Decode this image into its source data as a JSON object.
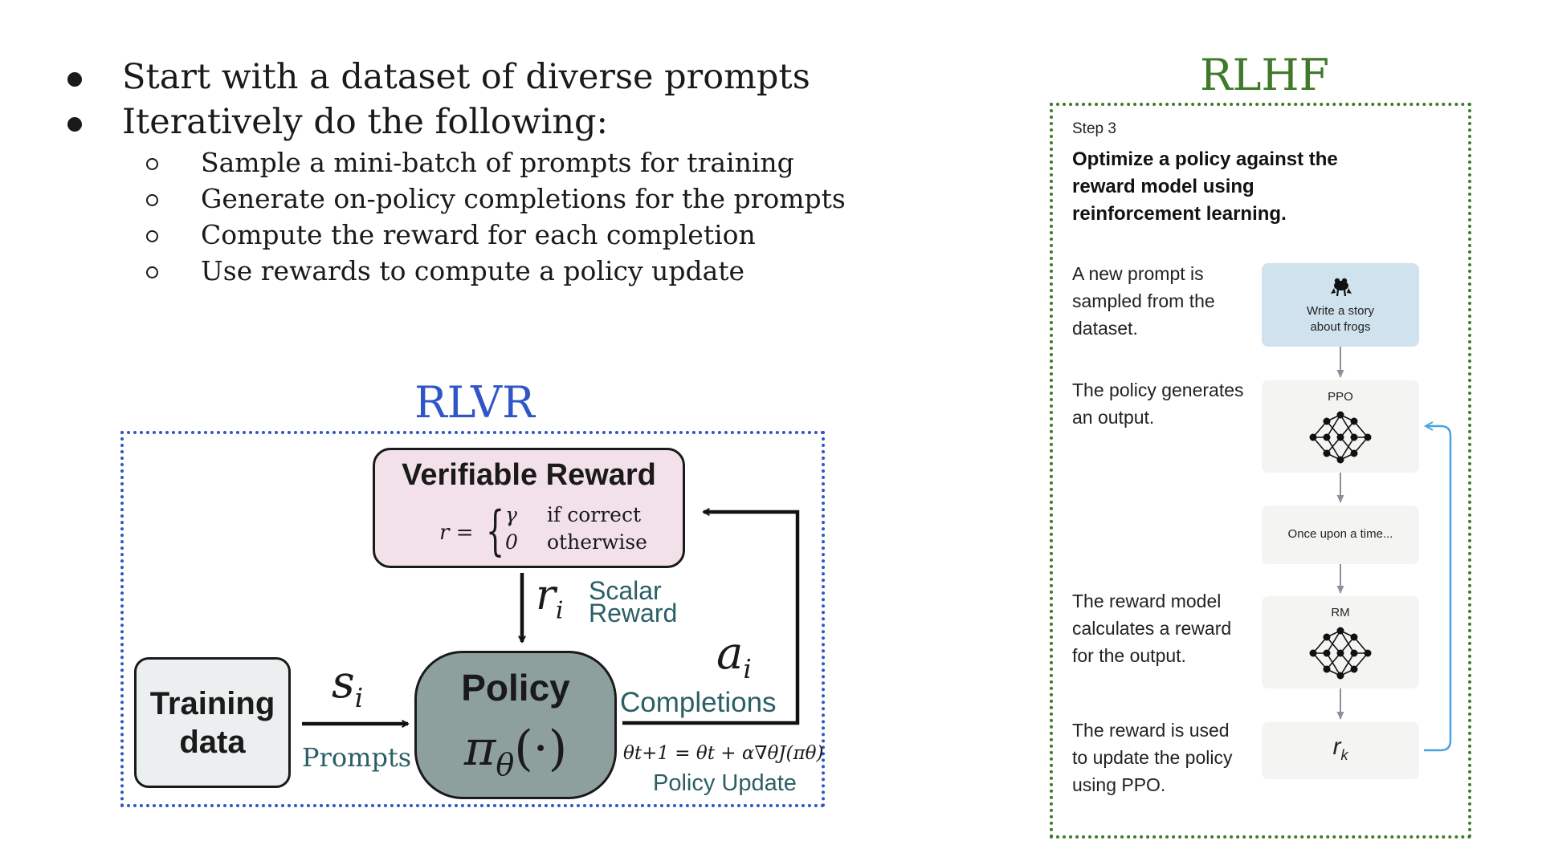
{
  "bullets": [
    {
      "text": "Start with a dataset of diverse prompts",
      "children": []
    },
    {
      "text": "Iteratively do the following:",
      "children": [
        "Sample a mini-batch of prompts for training",
        "Generate on-policy completions for the prompts",
        "Compute the reward for each completion",
        "Use rewards to compute a policy update"
      ]
    }
  ],
  "rlvr": {
    "title": "RLVR",
    "reward_box": {
      "title": "Verifiable Reward",
      "lhs": "r =",
      "case1_symbol": "γ",
      "case1_condition": "if correct",
      "case2_symbol": "0",
      "case2_condition": "otherwise"
    },
    "training_box": {
      "line1": "Training",
      "line2": "data"
    },
    "policy_box": {
      "title": "Policy",
      "symbol": "π",
      "subscript": "θ",
      "argument": "(·)"
    },
    "reward_symbol": {
      "base": "r",
      "sub": "i"
    },
    "reward_label_line1": "Scalar",
    "reward_label_line2": "Reward",
    "prompt_symbol": {
      "base": "s",
      "sub": "i"
    },
    "prompt_label": "Prompts",
    "completion_symbol": {
      "base": "a",
      "sub": "i"
    },
    "completion_label": "Completions",
    "update_equation": "θt+1 = θt + α∇θJ(πθ)",
    "update_label": "Policy Update"
  },
  "rlhf": {
    "title": "RLHF",
    "step_label": "Step 3",
    "heading": "Optimize a policy against the reward model using reinforcement learning.",
    "descriptions": [
      "A new prompt is sampled from the dataset.",
      "The policy generates an output.",
      "The reward model calculates a reward for the output.",
      "The reward is used to update the policy using PPO."
    ],
    "cards": {
      "prompt_line1": "Write a story",
      "prompt_line2": "about frogs",
      "ppo": "PPO",
      "output": "Once upon a time...",
      "rm": "RM",
      "reward_base": "r",
      "reward_sub": "k"
    },
    "icons": [
      "frog-icon",
      "neural-network-icon",
      "neural-network-icon"
    ]
  },
  "colors": {
    "rlvr_accent": "#2f55c7",
    "rlhf_accent": "#3f7a2a",
    "reward_fill": "#f3e1ea",
    "training_fill": "#eceff0",
    "policy_fill": "#8ea09e",
    "teal_label": "#2b5f66",
    "prompt_card": "#cfe2ee",
    "loop_arrow": "#4aa3df"
  }
}
